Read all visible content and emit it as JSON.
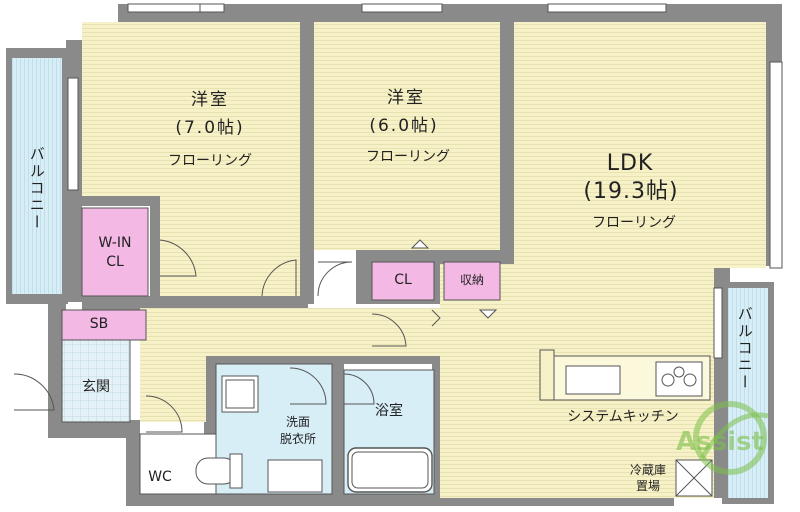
{
  "rooms": {
    "western1": {
      "name": "洋室",
      "size": "(7.0帖)",
      "floor": "フローリング"
    },
    "western2": {
      "name": "洋室",
      "size": "(6.0帖)",
      "floor": "フローリング"
    },
    "ldk": {
      "name": "LDK",
      "size": "(19.3帖)",
      "floor": "フローリング"
    },
    "balcony_left": "バルコニー",
    "balcony_right": "バルコニー",
    "walkin_closet": "W-IN\nCL",
    "closet": "CL",
    "storage": "収納",
    "shoe_box": "SB",
    "entrance": "玄関",
    "toilet": "WC",
    "washroom": "洗面\n脱衣所",
    "bathroom": "浴室",
    "kitchen": "システムキッチン",
    "fridge": "冷蔵庫\n置場"
  },
  "logo": {
    "text": "Assist",
    "color": "#7cc04a"
  },
  "colors": {
    "wall": "#8a8a8a",
    "flooring": "#f6f1c6",
    "closet": "#f4b8e4",
    "wet": "#d7eef7",
    "cream": "#fbf8dc",
    "line": "#555555"
  }
}
